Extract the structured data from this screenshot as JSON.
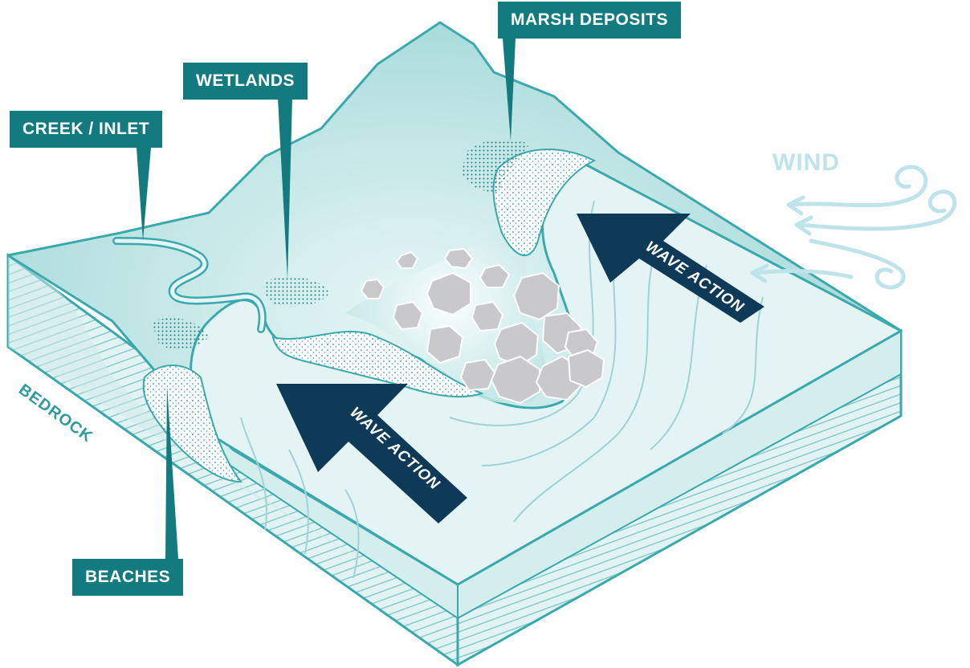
{
  "labels": {
    "marsh_deposits": "MARSH DEPOSITS",
    "wetlands": "WETLANDS",
    "creek_inlet": "CREEK / INLET",
    "beaches": "BEACHES",
    "bedrock": "BEDROCK",
    "wind": "WIND",
    "wave_action_left": "WAVE ACTION",
    "wave_action_right": "WAVE ACTION"
  },
  "colors": {
    "label_bg": "#137a80",
    "outline": "#3aa9ad",
    "land": "#a9dcdc",
    "water": "#e6f5f5",
    "arrow": "#0e3a57",
    "wind": "#bfe3ea",
    "rock": "#c9c9cb"
  },
  "icons": {
    "arrow": "wave-arrow-icon",
    "wind": "wind-swirl-icon",
    "rock": "boulder-icon"
  }
}
